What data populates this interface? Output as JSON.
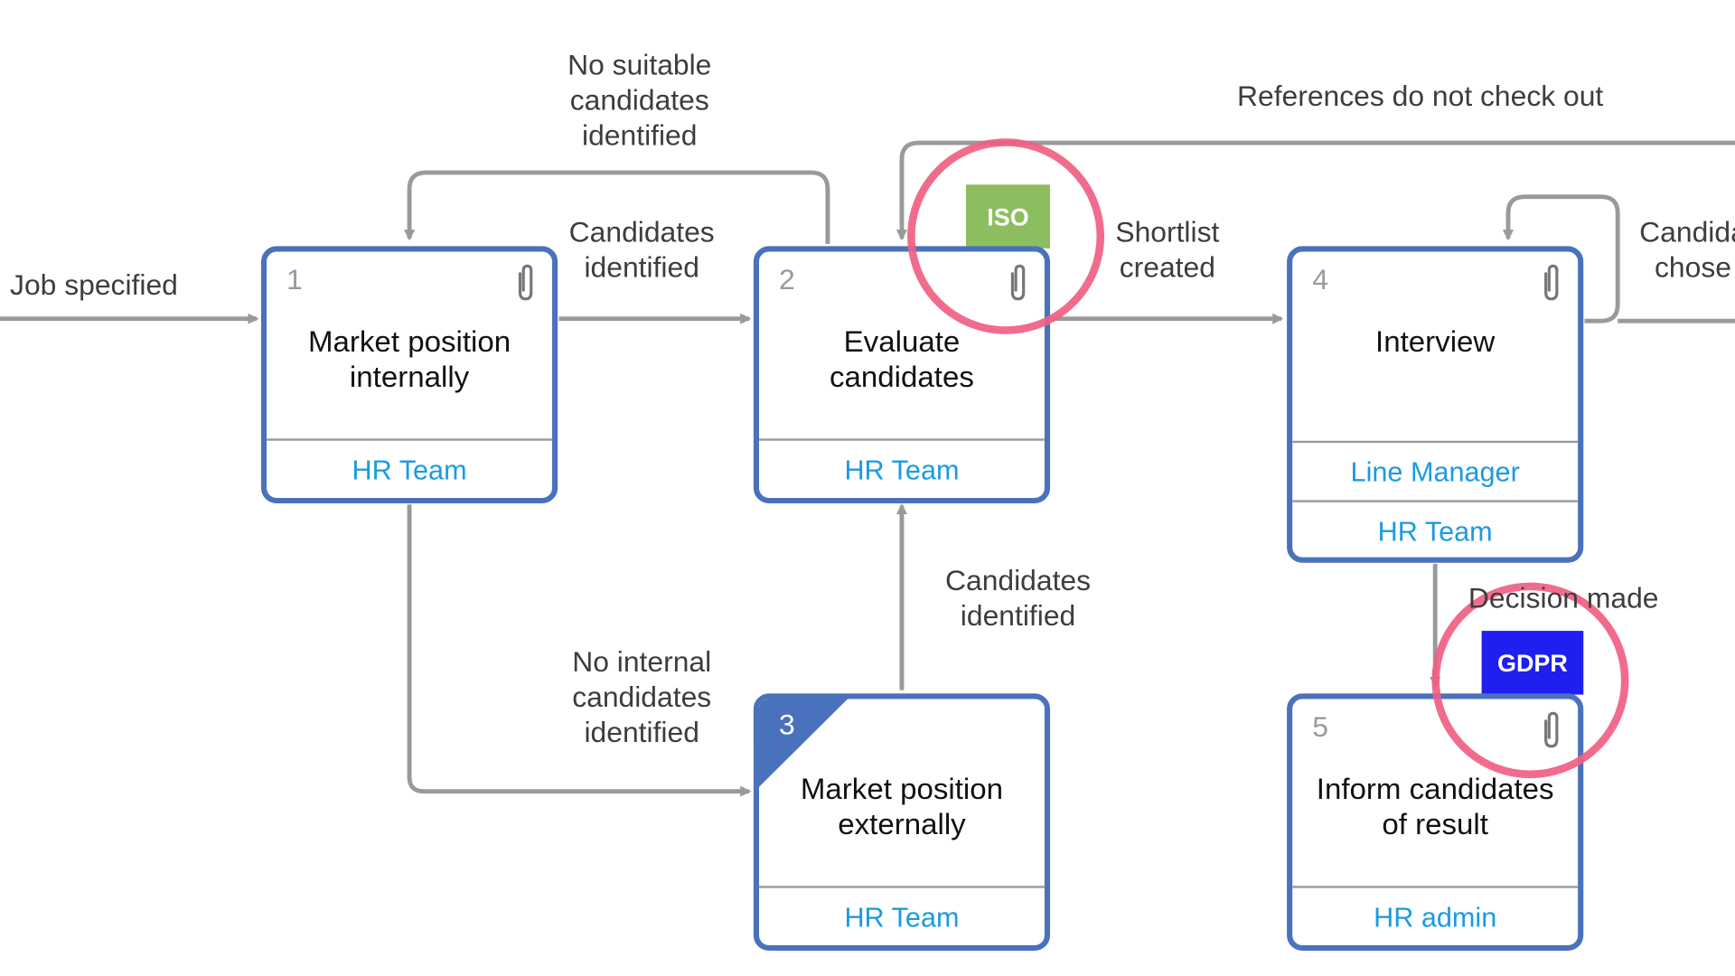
{
  "steps": [
    {
      "number": "1",
      "title": "Market position\ninternally",
      "roles": [
        "HR Team"
      ]
    },
    {
      "number": "2",
      "title": "Evaluate\ncandidates",
      "roles": [
        "HR Team"
      ]
    },
    {
      "number": "3",
      "title": "Market position\nexternally",
      "roles": [
        "HR Team"
      ]
    },
    {
      "number": "4",
      "title": "Interview",
      "roles": [
        "Line Manager",
        "HR Team"
      ]
    },
    {
      "number": "5",
      "title": "Inform candidates\nof result",
      "roles": [
        "HR admin"
      ]
    }
  ],
  "tags": {
    "iso": "ISO",
    "gdpr": "GDPR"
  },
  "flow_labels": {
    "job_specified": "Job specified",
    "no_suitable": "No suitable\ncandidates\nidentified",
    "candidates_identified_top": "Candidates\nidentified",
    "shortlist_created": "Shortlist\ncreated",
    "references": "References do not check out",
    "candidate_chosen": "Candida\nchose",
    "no_internal": "No internal\ncandidates\nidentified",
    "candidates_identified_mid": "Candidates\nidentified",
    "decision_made": "Decision made"
  },
  "colors": {
    "box_border": "#4a72bc",
    "role_text": "#1a9be0",
    "iso": "#8cbe60",
    "gdpr": "#1f1ff0",
    "highlight_ring": "#f06082",
    "connector": "#9a9a9a"
  }
}
